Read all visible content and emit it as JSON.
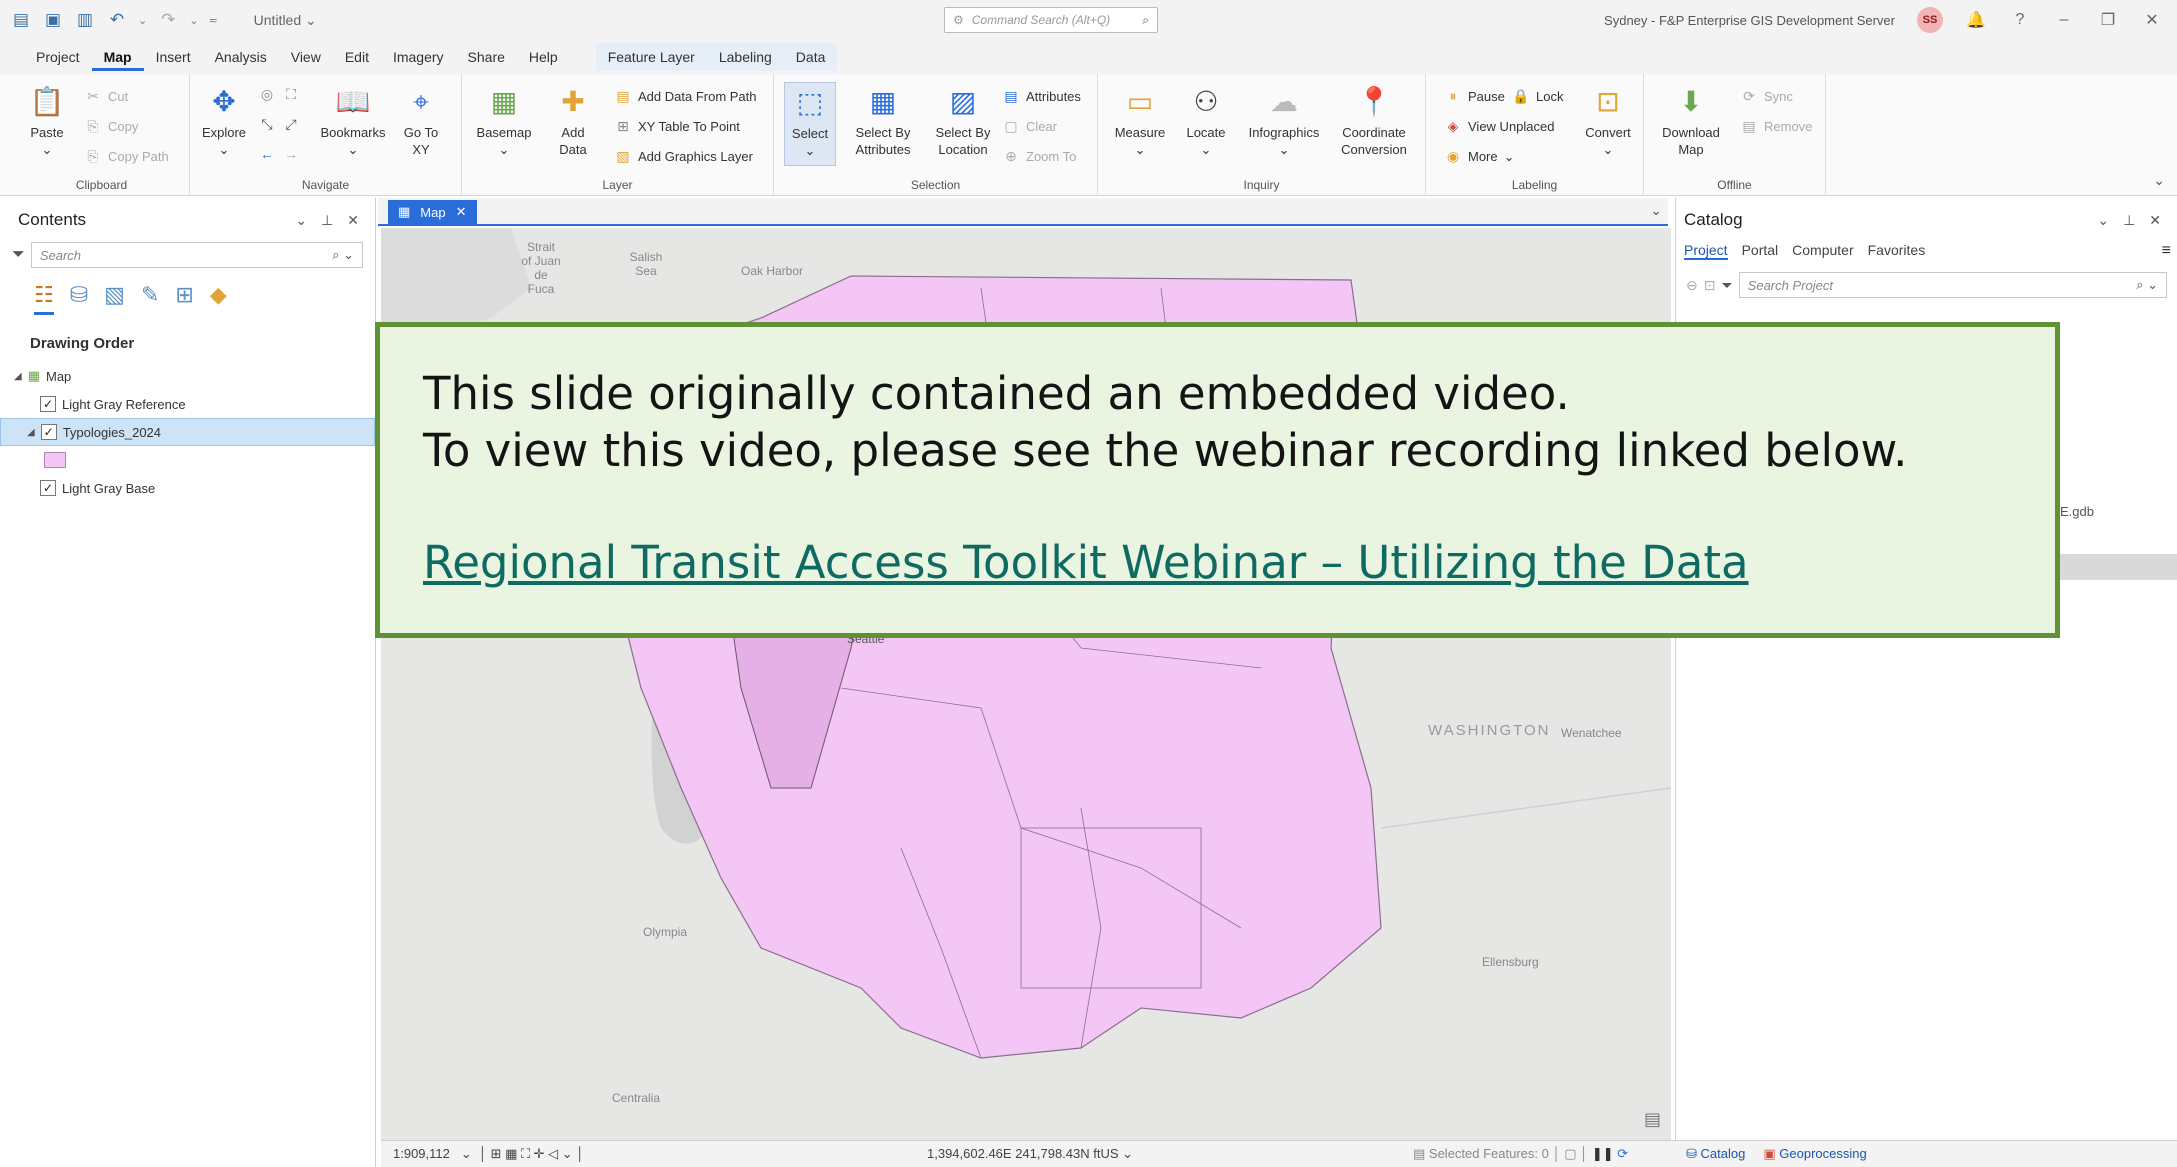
{
  "window": {
    "doc_title": "Untitled",
    "command_search_placeholder": "Command Search (Alt+Q)",
    "server_label": "Sydney - F&P Enterprise GIS Development Server",
    "user_initials": "SS"
  },
  "tabs": [
    "Project",
    "Map",
    "Insert",
    "Analysis",
    "View",
    "Edit",
    "Imagery",
    "Share",
    "Help"
  ],
  "context_tabs": [
    "Feature Layer",
    "Labeling",
    "Data"
  ],
  "ribbon": {
    "clipboard": {
      "label": "Clipboard",
      "paste": "Paste",
      "cut": "Cut",
      "copy": "Copy",
      "copy_path": "Copy Path"
    },
    "navigate": {
      "label": "Navigate",
      "explore": "Explore",
      "bookmarks": "Bookmarks",
      "go_to_xy": "Go To XY"
    },
    "layer": {
      "label": "Layer",
      "basemap": "Basemap",
      "add_data": "Add Data",
      "add_data_from_path": "Add Data From Path",
      "xy_table": "XY Table To Point",
      "add_graphics": "Add Graphics Layer"
    },
    "selection": {
      "label": "Selection",
      "select": "Select",
      "select_by_attr": "Select By Attributes",
      "select_by_loc": "Select By Location",
      "attributes": "Attributes",
      "clear": "Clear",
      "zoom_to": "Zoom To"
    },
    "inquiry": {
      "label": "Inquiry",
      "measure": "Measure",
      "locate": "Locate",
      "infographics": "Infographics",
      "coord_conv": "Coordinate Conversion"
    },
    "labeling": {
      "label": "Labeling",
      "pause": "Pause",
      "lock": "Lock",
      "view_unplaced": "View Unplaced",
      "more": "More",
      "convert": "Convert"
    },
    "offline": {
      "label": "Offline",
      "download_map": "Download Map",
      "sync": "Sync",
      "remove": "Remove"
    }
  },
  "contents": {
    "title": "Contents",
    "search_placeholder": "Search",
    "drawing_order": "Drawing Order",
    "layers": [
      "Map",
      "Light Gray Reference",
      "Typologies_2024",
      "Light Gray Base"
    ]
  },
  "map": {
    "tab_label": "Map",
    "places": [
      "Strait of Juan de Fuca",
      "Salish Sea",
      "Oak Harbor",
      "Seattle",
      "WASHINGTON",
      "Wenatchee",
      "Olympia",
      "Ellensburg",
      "Centralia"
    ],
    "scale": "1:909,112",
    "coords": "1,394,602.46E 241,798.43N ftUS",
    "selected_features": "Selected Features: 0"
  },
  "catalog": {
    "title": "Catalog",
    "tabs": [
      "Project",
      "Portal",
      "Computer",
      "Favorites"
    ],
    "search_placeholder": "Search Project",
    "gdb_fragment": "E.gdb",
    "footer_tabs": [
      "Catalog",
      "Geoprocessing"
    ]
  },
  "overlay": {
    "line1": "This slide originally contained an embedded video.",
    "line2": "To view this video, please see the webinar recording linked below.",
    "link_text": "Regional Transit Access Toolkit Webinar – Utilizing the Data"
  },
  "colors": {
    "accent": "#2a6dd9",
    "overlay_bg": "#e9f4e1",
    "overlay_border": "#5f9233",
    "link": "#0f6b61",
    "polygon_fill": "#f3c6f5"
  }
}
